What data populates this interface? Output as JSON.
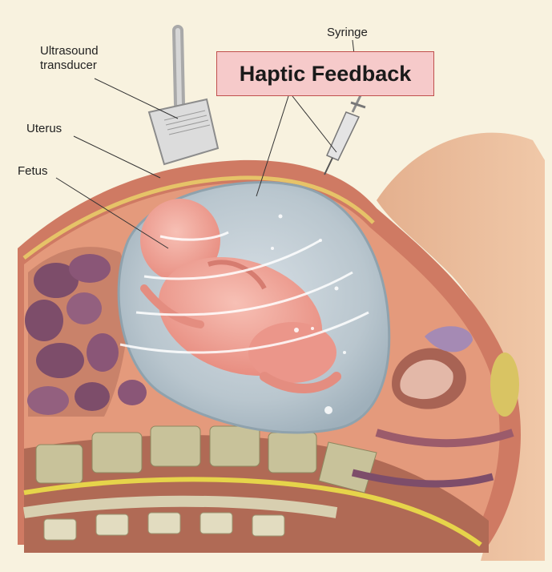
{
  "labels": {
    "ultrasound_line1": "Ultrasound",
    "ultrasound_line2": "transducer",
    "uterus": "Uterus",
    "fetus": "Fetus",
    "syringe": "Syringe"
  },
  "callout": {
    "title": "Haptic Feedback",
    "fill_color": "#f6caca",
    "border_color": "#c0504d"
  },
  "colors": {
    "background": "#f8f2df",
    "abdominal_wall": "#cf7a63",
    "uterus_fluid": "#b8c7cf",
    "fetus": "#f2a59a",
    "intestine": "#7d4d6a",
    "spine": "#c8c29a",
    "spinal_cord": "#e6d44a"
  }
}
